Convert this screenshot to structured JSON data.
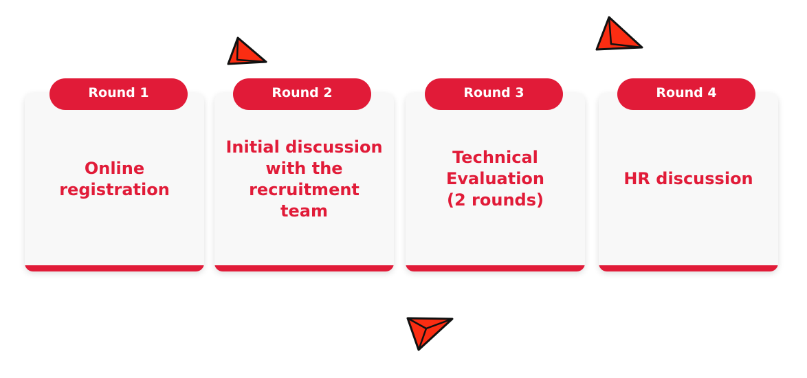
{
  "colors": {
    "accent": "#e11b38",
    "card_background": "#f8f8f8",
    "plane_fill": "#fb2d12",
    "plane_outline": "#111111"
  },
  "rounds": [
    {
      "label": "Round 1",
      "description": "Online\nregistration"
    },
    {
      "label": "Round 2",
      "description": "Initial discussion\nwith the\nrecruitment\nteam"
    },
    {
      "label": "Round 3",
      "description": "Technical\nEvaluation\n(2 rounds)"
    },
    {
      "label": "Round 4",
      "description": "HR discussion"
    }
  ],
  "decorations": [
    {
      "icon": "paper-plane-icon"
    },
    {
      "icon": "paper-plane-icon"
    },
    {
      "icon": "paper-plane-icon"
    }
  ]
}
